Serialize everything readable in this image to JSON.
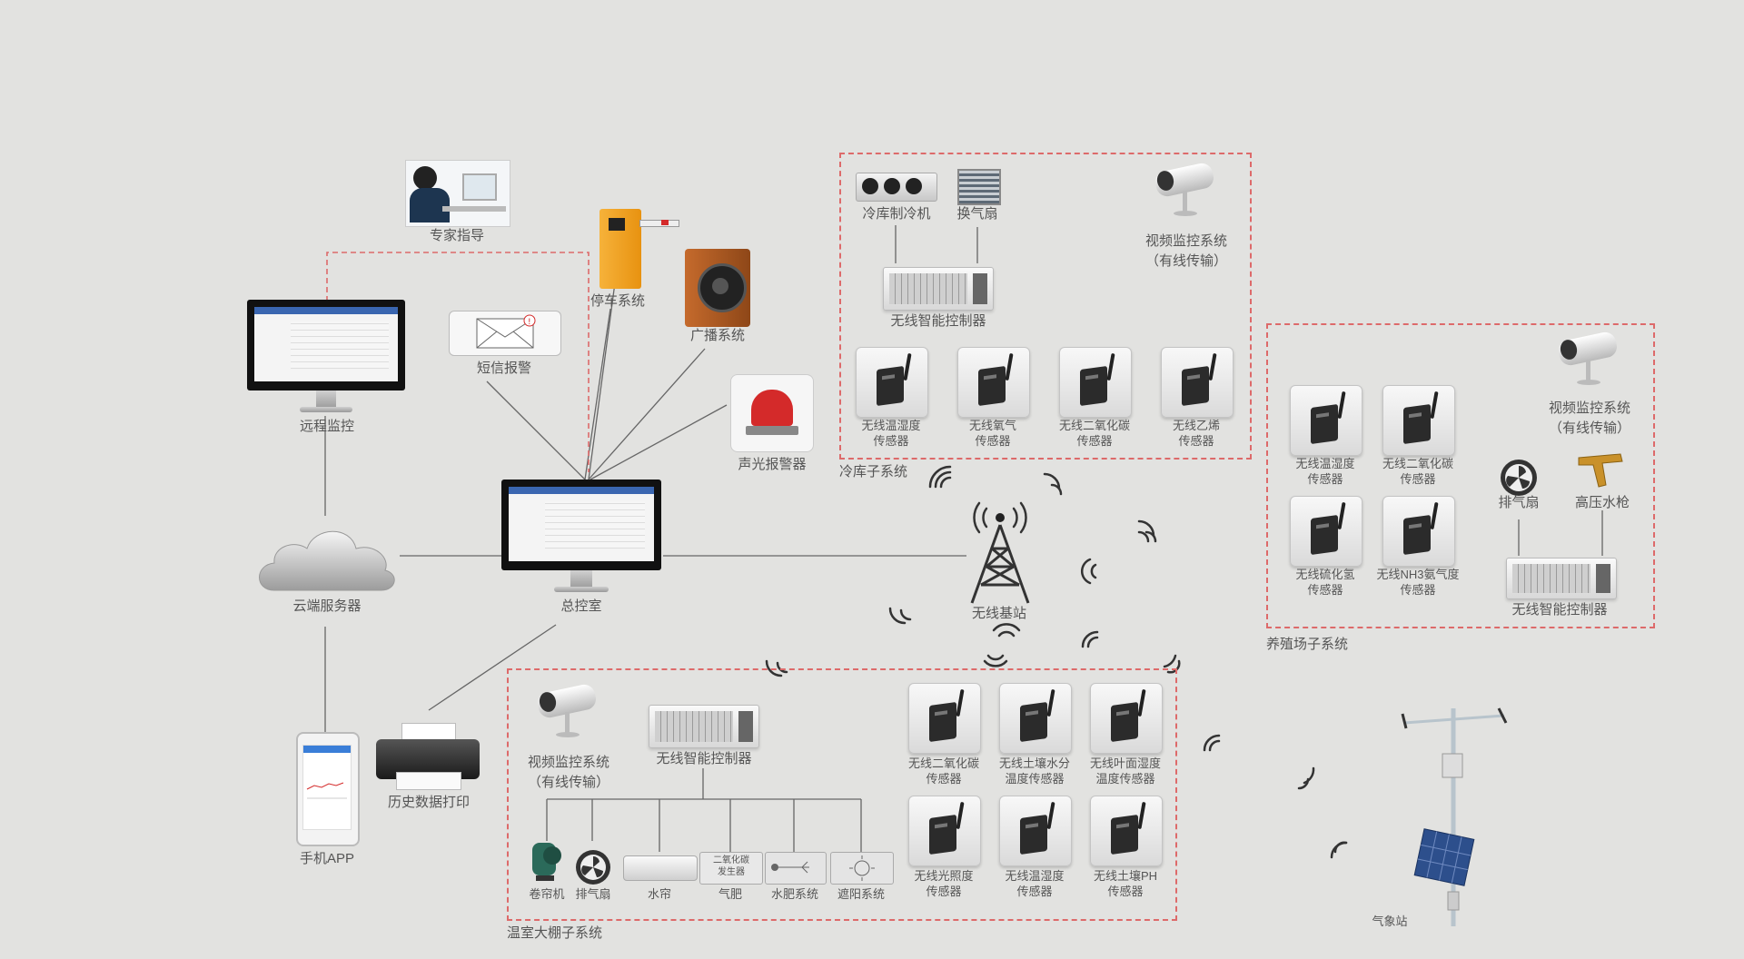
{
  "labels": {
    "expert": "专家指导",
    "remote": "远程监控",
    "sms": "短信报警",
    "parking": "停车系统",
    "broadcast": "广播系统",
    "alarm": "声光报警器",
    "cloud": "云端服务器",
    "control_room": "总控室",
    "base_station": "无线基站",
    "mobile": "手机APP",
    "printer": "历史数据打印",
    "weather": "气象站"
  },
  "cold_storage": {
    "title": "冷库子系统",
    "refrigerator": "冷库制冷机",
    "fan": "换气扇",
    "controller": "无线智能控制器",
    "video_l1": "视频监控系统",
    "video_l2": "（有线传输）",
    "sensors": [
      {
        "l1": "无线温湿度",
        "l2": "传感器"
      },
      {
        "l1": "无线氧气",
        "l2": "传感器"
      },
      {
        "l1": "无线二氧化碳",
        "l2": "传感器"
      },
      {
        "l1": "无线乙烯",
        "l2": "传感器"
      }
    ]
  },
  "farm": {
    "title": "养殖场子系统",
    "video_l1": "视频监控系统",
    "video_l2": "（有线传输）",
    "exhaust": "排气扇",
    "water_gun": "高压水枪",
    "controller": "无线智能控制器",
    "sensors": [
      {
        "l1": "无线温湿度",
        "l2": "传感器"
      },
      {
        "l1": "无线二氧化碳",
        "l2": "传感器"
      },
      {
        "l1": "无线硫化氢",
        "l2": "传感器"
      },
      {
        "l1": "无线NH3氨气度",
        "l2": "传感器"
      }
    ]
  },
  "greenhouse": {
    "title": "温室大棚子系统",
    "video_l1": "视频监控系统",
    "video_l2": "（有线传输）",
    "controller": "无线智能控制器",
    "co2_gen_l1": "二氧化碳",
    "co2_gen_l2": "发生器",
    "devices": [
      "卷帘机",
      "排气扇",
      "水帘",
      "气肥",
      "水肥系统",
      "遮阳系统"
    ],
    "sensors": [
      {
        "l1": "无线二氧化碳",
        "l2": "传感器"
      },
      {
        "l1": "无线土壤水分",
        "l2": "温度传感器"
      },
      {
        "l1": "无线叶面湿度",
        "l2": "温度传感器"
      },
      {
        "l1": "无线光照度",
        "l2": "传感器"
      },
      {
        "l1": "无线温湿度",
        "l2": "传感器"
      },
      {
        "l1": "无线土壤PH",
        "l2": "传感器"
      }
    ]
  },
  "colors": {
    "dashed_border": "#dd6a6a",
    "line": "#666666",
    "alarm_red": "#d42a2a",
    "parking_orange": "#f2a21b"
  }
}
